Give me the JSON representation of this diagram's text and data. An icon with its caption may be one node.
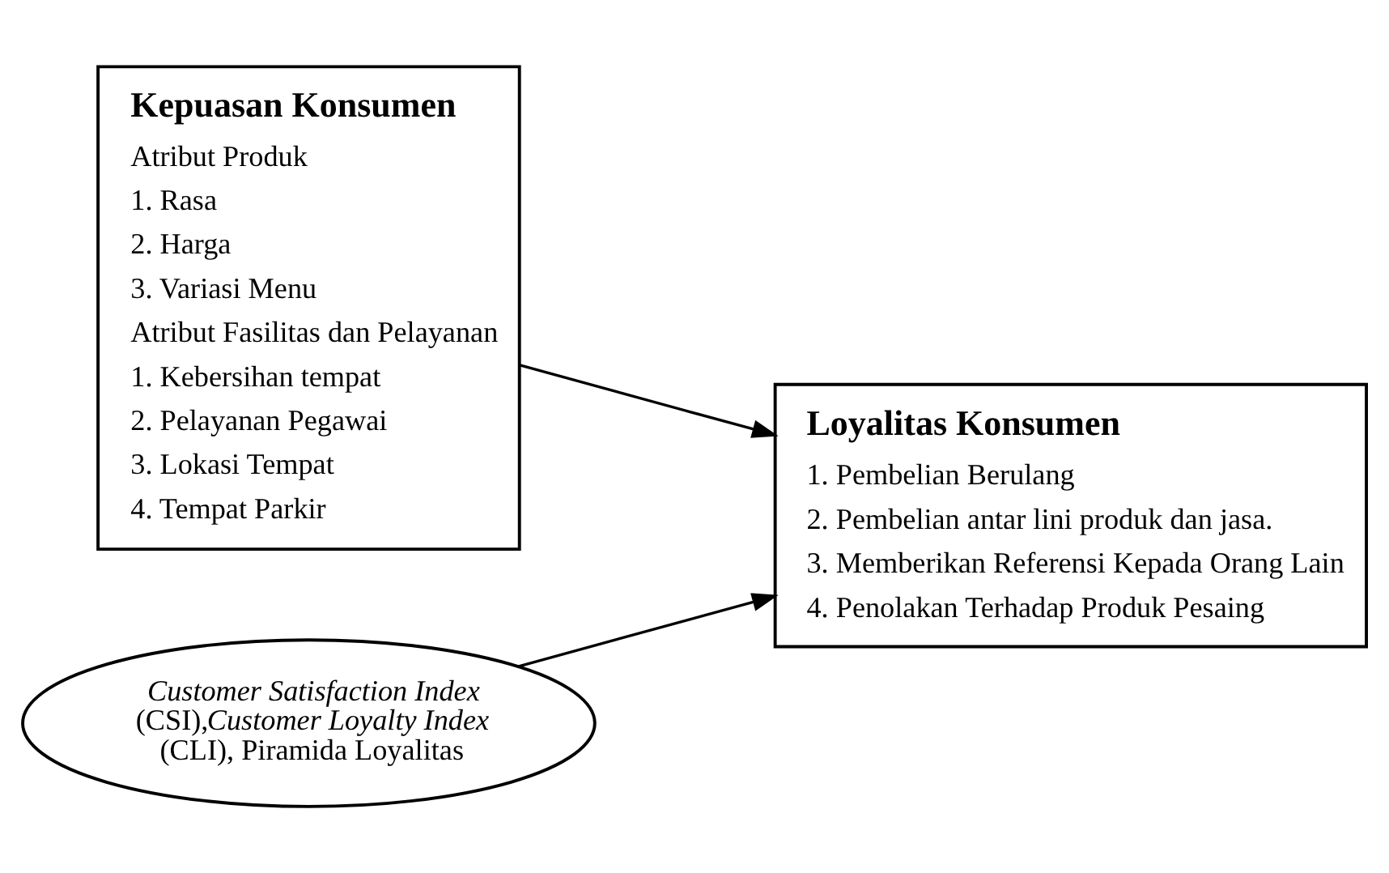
{
  "diagram": {
    "nodes": [
      {
        "text": [
          "Kepuasan Konsumen",
          "Atribut Produk",
          "1. Rasa",
          "2. Harga",
          "3. Variasi Menu",
          "Atribut Fasilitas dan Pelayanan",
          "1. Kebersihan tempat",
          "2. Pelayanan Pegawai",
          "3. Lokasi Tempat",
          "4. Tempat Parkir"
        ]
      },
      {
        "text": [
          "Loyalitas Konsumen",
          "1. Pembelian Berulang",
          "2. Pembelian antar lini produk dan jasa.",
          "3. Memberikan Referensi Kepada Orang Lain",
          "4. Penolakan Terhadap Produk Pesaing"
        ]
      },
      {
        "text": [
          "*Customer Satisfaction Index* (CSI),*Customer Loyalty Index* (CLI), Piramida Loyalitas"
        ]
      }
    ],
    "edges": [
      {
        "from": 0,
        "to": 1,
        "arrow": "to"
      },
      {
        "from": 2,
        "to": 1,
        "arrow": "to"
      }
    ]
  }
}
